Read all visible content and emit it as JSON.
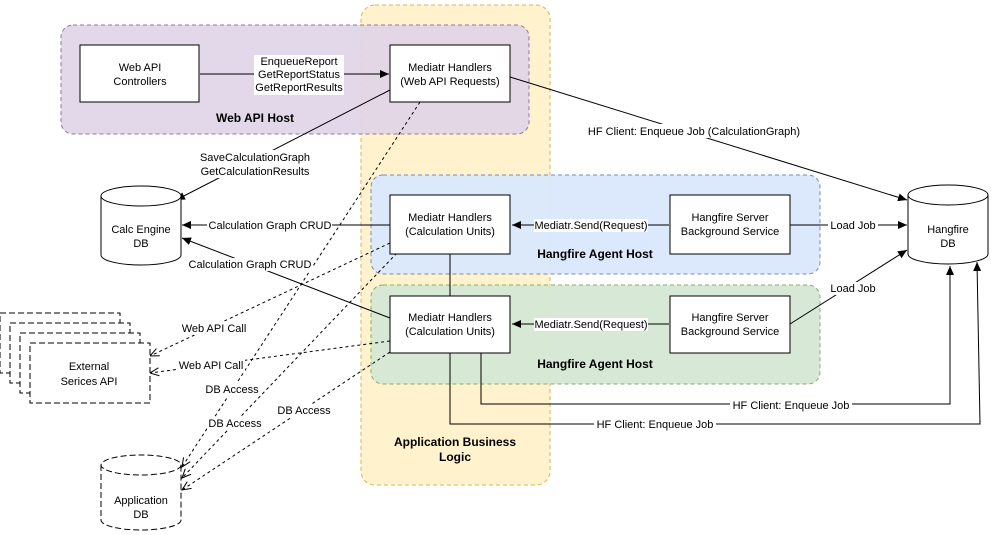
{
  "containers": {
    "business_logic": {
      "title_line1": "Application Business",
      "title_line2": "Logic",
      "color": "#fff2cc",
      "border": "#d6b656"
    },
    "web_api_host": {
      "title": "Web API Host",
      "color": "#e1d5e7",
      "border": "#9673a6"
    },
    "agent_host_1": {
      "title": "Hangfire Agent Host",
      "color": "#dae8fc",
      "border": "#6c8ebf"
    },
    "agent_host_2": {
      "title": "Hangfire Agent Host",
      "color": "#d5e8d4",
      "border": "#82b366"
    }
  },
  "boxes": {
    "web_api_controllers": {
      "line1": "Web API",
      "line2": "Controllers"
    },
    "mediatr_web": {
      "line1": "Mediatr Handlers",
      "line2": "(Web API Requests)"
    },
    "mediatr_calc_1": {
      "line1": "Mediatr Handlers",
      "line2": "(Calculation Units)"
    },
    "mediatr_calc_2": {
      "line1": "Mediatr Handlers",
      "line2": "(Calculation Units)"
    },
    "hangfire_server_1": {
      "line1": "Hangfire Server",
      "line2": "Background Service"
    },
    "hangfire_server_2": {
      "line1": "Hangfire Server",
      "line2": "Background Service"
    },
    "external_api": {
      "line1": "External",
      "line2": "Serices API"
    }
  },
  "databases": {
    "calc_engine": {
      "line1": "Calc Engine",
      "line2": "DB"
    },
    "hangfire": {
      "line1": "Hangfire",
      "line2": "DB"
    },
    "application": {
      "line1": "Application",
      "line2": "DB"
    }
  },
  "edge_labels": {
    "enqueue_report": "EnqueueReport",
    "get_report_status": "GetReportStatus",
    "get_report_results": "GetReportResults",
    "hf_enqueue_graph": "HF Client: Enqueue Job (CalculationGraph)",
    "save_calc_graph": "SaveCalculationGraph",
    "get_calc_results": "GetCalculationResults",
    "calc_graph_crud_1": "Calculation Graph CRUD",
    "calc_graph_crud_2": "Calculation Graph CRUD",
    "mediatr_send_1": "Mediatr.Send(Request)",
    "mediatr_send_2": "Mediatr.Send(Request)",
    "load_job_1": "Load Job",
    "load_job_2": "Load Job",
    "web_api_call_1": "Web API Call",
    "web_api_call_2": "Web API Call",
    "db_access_1": "DB Access",
    "db_access_2": "DB Access",
    "db_access_3": "DB Access",
    "hf_enqueue_1": "HF Client: Enqueue Job",
    "hf_enqueue_2": "HF Client: Enqueue Job"
  }
}
